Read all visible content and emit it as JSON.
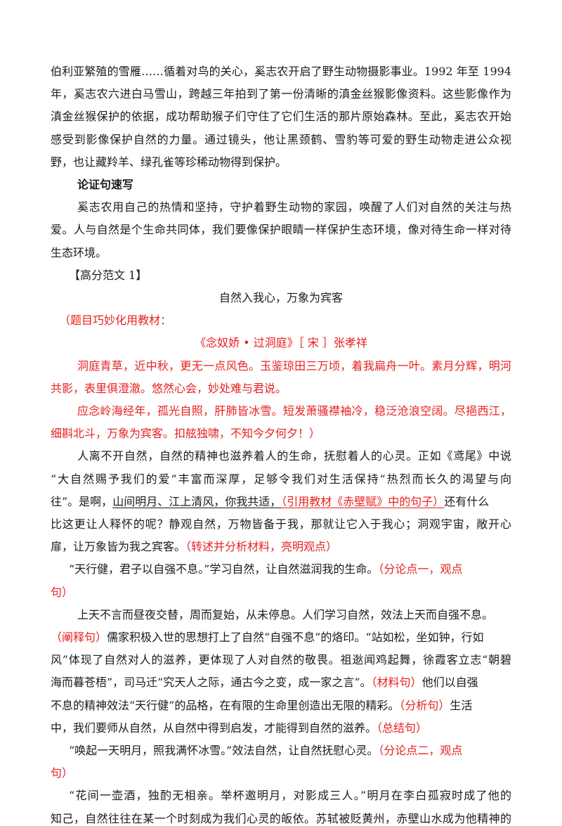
{
  "lines": {
    "l01": "伯利亚繁殖的雪雁……循着对鸟的关心，奚志农开启了野生动物摄影事业。1992 年至 1994",
    "l02": "年，奚志农六进白马雪山，跨越三年拍到了第一份清晰的滇金丝猴影像资料。这些影像作为",
    "l03": "滇金丝猴保护的依据，成功帮助猴子们守住了它们生活的那片原始森林。至此，奚志农开始",
    "l04": "感受到影像保护自然的力量。通过镜头，他让黑颈鹤、雪豹等可爱的野生动物走进公众视",
    "l05": "野，也让藏羚羊、绿孔雀等珍稀动物得到保护。",
    "l06": "论证句速写",
    "l07": "奚志农用自己的热情和坚持，守护着野生动物的家园，唤醒了人们对自然的关注与热",
    "l08": "爱。人与自然是个生命共同体，我们要像保护眼睛一样保护生态环境，像对待生命一样对待",
    "l09": "生态环境。",
    "l10": "【高分范文 1】",
    "l11": "自然入我心，万象为宾客",
    "l12": "（题目巧妙化用教材：",
    "l13": "《念奴娇 • 过洞庭》［ 宋 ］张孝祥",
    "l14": "洞庭青草，近中秋，更无一点风色。玉鉴琼田三万顷，着我扁舟一叶。素月分辉，明河",
    "l15": "共影，表里俱澄澈。悠然心会，妙处难与君说。",
    "l16": "应念岭海经年，孤光自照，肝肺皆冰雪。短发萧骚襟袖冷，稳泛沧浪空阔。尽挹西江，",
    "l17": "细斟北斗，万象为宾客。扣舷独啸，不知今夕何夕！）",
    "l18": "人离不开自然，自然的精神也滋养着人的生命，抚慰着人的心灵。正如《鸢尾》中说",
    "l19": "“大自然赐予我们的爱”丰富而深厚，足够令我们对生活保持“热烈而长久的渴望与向",
    "l20a": "往”。是啊，",
    "l20b": "山间明月、江上清风，你我共适，",
    "l20c": "（引用教材《赤壁赋》中的句子）",
    "l20d": "还有什么",
    "l21": "比这更让人释怀的呢？静观自然，万物皆备于我，那就让它入于我心；洞观宇宙，敞开心",
    "l22a": "扉，让万象皆为我之宾客。",
    "l22b": "（转述并分析材料，亮明观点）",
    "l23a": "“天行健，君子以自强不息。”学习自然，让自然滋润我的生命。",
    "l23b": "（分论点一，观点",
    "l24": "句）",
    "l25": "上天不言而昼夜交替，周而复始，从未停息。人们学习自然，效法上天而自强不息。",
    "l26a": "（阐释句）",
    "l26b": "儒家积极入世的思想打上了自然“自强不息”的烙印。“站如松，坐如钟，行如",
    "l27": "风”体现了自然对人的滋养，更体现了人对自然的敬畏。祖逖闻鸡起舞，徐霞客立志“朝碧",
    "l28a": "海而暮苍梧”，司马迁“究天人之际，通古今之变，成一家之言”。",
    "l28b": "（材料句）",
    "l28c": "他们以自强",
    "l29a": "不息的精神效法“天行健”的品格，在有限的生命里创造出无限的精彩。",
    "l29b": "（分析句）",
    "l29c": "生活",
    "l30a": "中，我们要师从自然，从自然中得到启发，才能得到自然的滋养。",
    "l30b": "（总结句）",
    "l31a": "“唤起一天明月，照我满怀冰雪。”效法自然，让自然抚慰心灵。",
    "l31b": "（分论点二，观点",
    "l32": "句）",
    "l33": "“花间一壶酒，独酌无相亲。举杯邀明月，对影成三人。”明月在李白孤寂时成了他的",
    "l34": "知己，自然往往在某一个时刻成为我们心灵的皈依。苏轼被贬黄州，赤壁山水成为他精神的"
  },
  "colors": {
    "body_text": "#1a1a1a",
    "annotation": "#e8201f"
  }
}
